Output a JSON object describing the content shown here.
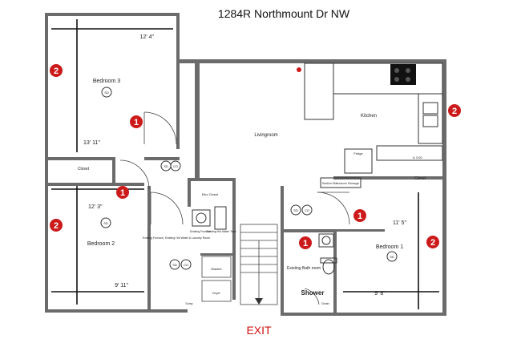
{
  "title": "1284R Northmount Dr NW",
  "exit_label": "EXIT",
  "rooms": {
    "bedroom3": {
      "label": "Bedroom 3",
      "width_dim": "12' 4\"",
      "height_dim": "13' 11\""
    },
    "bedroom2": {
      "label": "Bedroom 2",
      "width_dim": "9' 11\"",
      "height_dim": "12' 3\""
    },
    "bedroom1": {
      "label": "Bedroom 1",
      "width_dim": "9' 8\"",
      "height_dim": "11' 5\""
    },
    "livingroom": {
      "label": "Livingroom"
    },
    "kitchen": {
      "label": "Kitchen"
    },
    "closet_left": {
      "label": "Closet"
    },
    "closet_right": {
      "label": "Closet"
    },
    "elec_closet": {
      "label": "Elec Closet"
    },
    "furnace": {
      "label": "Existing Furnace"
    },
    "hot_water": {
      "label": "Existing Hot Water Tank"
    },
    "laundry": {
      "label": "Existing Furnace, Existing Hot Water & Laundry Room"
    },
    "bathroom": {
      "label": "Existing Bath room"
    },
    "shower": {
      "label": "Shower",
      "drain": "Drain"
    },
    "washer": {
      "label": "Washer"
    },
    "dryer": {
      "label": "Dryer"
    },
    "sump": {
      "label": "Sump"
    },
    "fridge": {
      "label": "Fridge"
    },
    "built_in": {
      "label": "Built-in Bathroom Storage"
    },
    "kitchen_dim": {
      "label": "& 3.00"
    }
  },
  "symbols": {
    "sd": "SD",
    "co": "CO"
  },
  "markers": {
    "one": "1",
    "two": "2"
  },
  "colors": {
    "marker": "#cc1a1a",
    "exit": "#d01010",
    "wall": "#6b6b6b"
  }
}
